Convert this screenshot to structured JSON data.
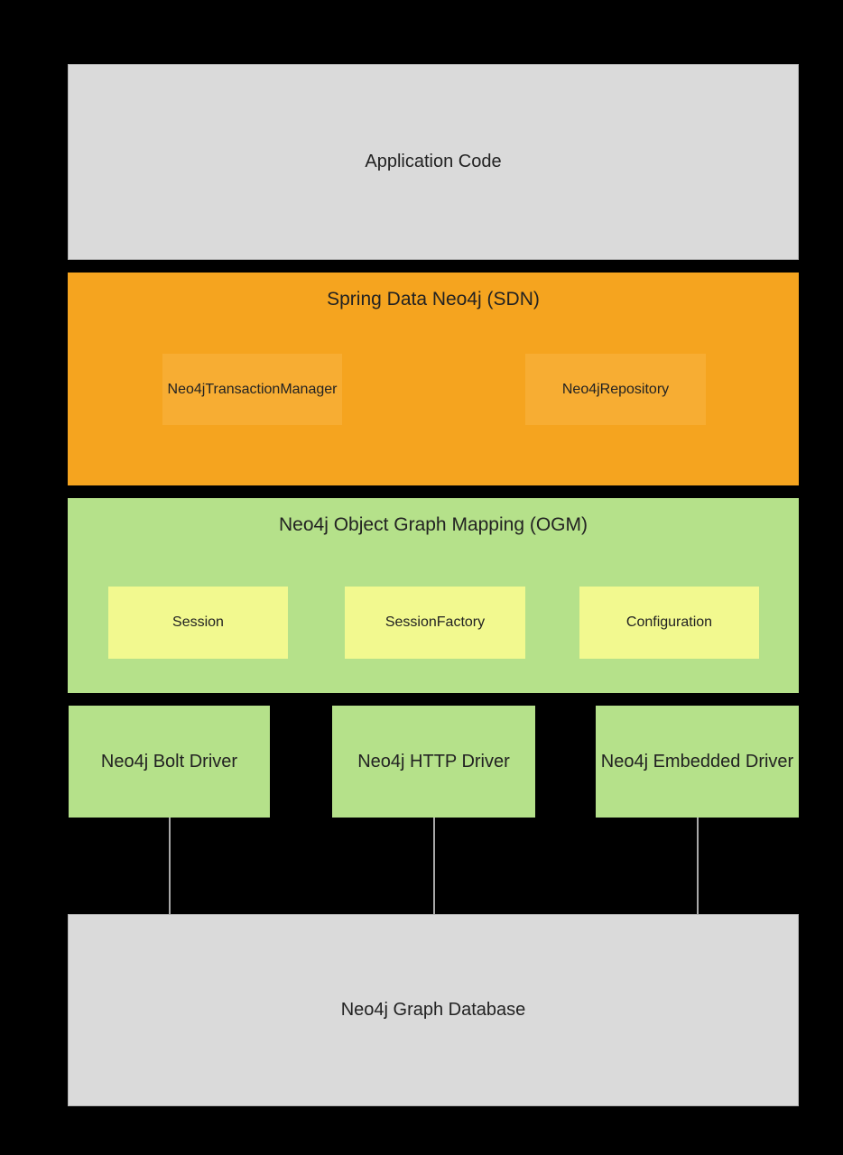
{
  "colors": {
    "background": "#000000",
    "gray_box": "#dadada",
    "gray_border": "#b4b4b4",
    "orange_box": "#f5a41f",
    "orange_inner": "#f7ad33",
    "green_box": "#b5e18a",
    "yellow_inner": "#f2f98f",
    "connector_line": "#a8a8a8",
    "text": "#222222"
  },
  "diagram": {
    "application_code": {
      "label": "Application Code"
    },
    "sdn": {
      "title": "Spring Data Neo4j (SDN)",
      "children": [
        {
          "label": "Neo4jTransactionManager"
        },
        {
          "label": "Neo4jRepository"
        }
      ]
    },
    "ogm": {
      "title": "Neo4j Object Graph Mapping (OGM)",
      "children": [
        {
          "label": "Session"
        },
        {
          "label": "SessionFactory"
        },
        {
          "label": "Configuration"
        }
      ]
    },
    "drivers": [
      {
        "label": "Neo4j Bolt Driver"
      },
      {
        "label": "Neo4j HTTP Driver"
      },
      {
        "label": "Neo4j Embedded Driver"
      }
    ],
    "database": {
      "label": "Neo4j Graph Database"
    }
  }
}
